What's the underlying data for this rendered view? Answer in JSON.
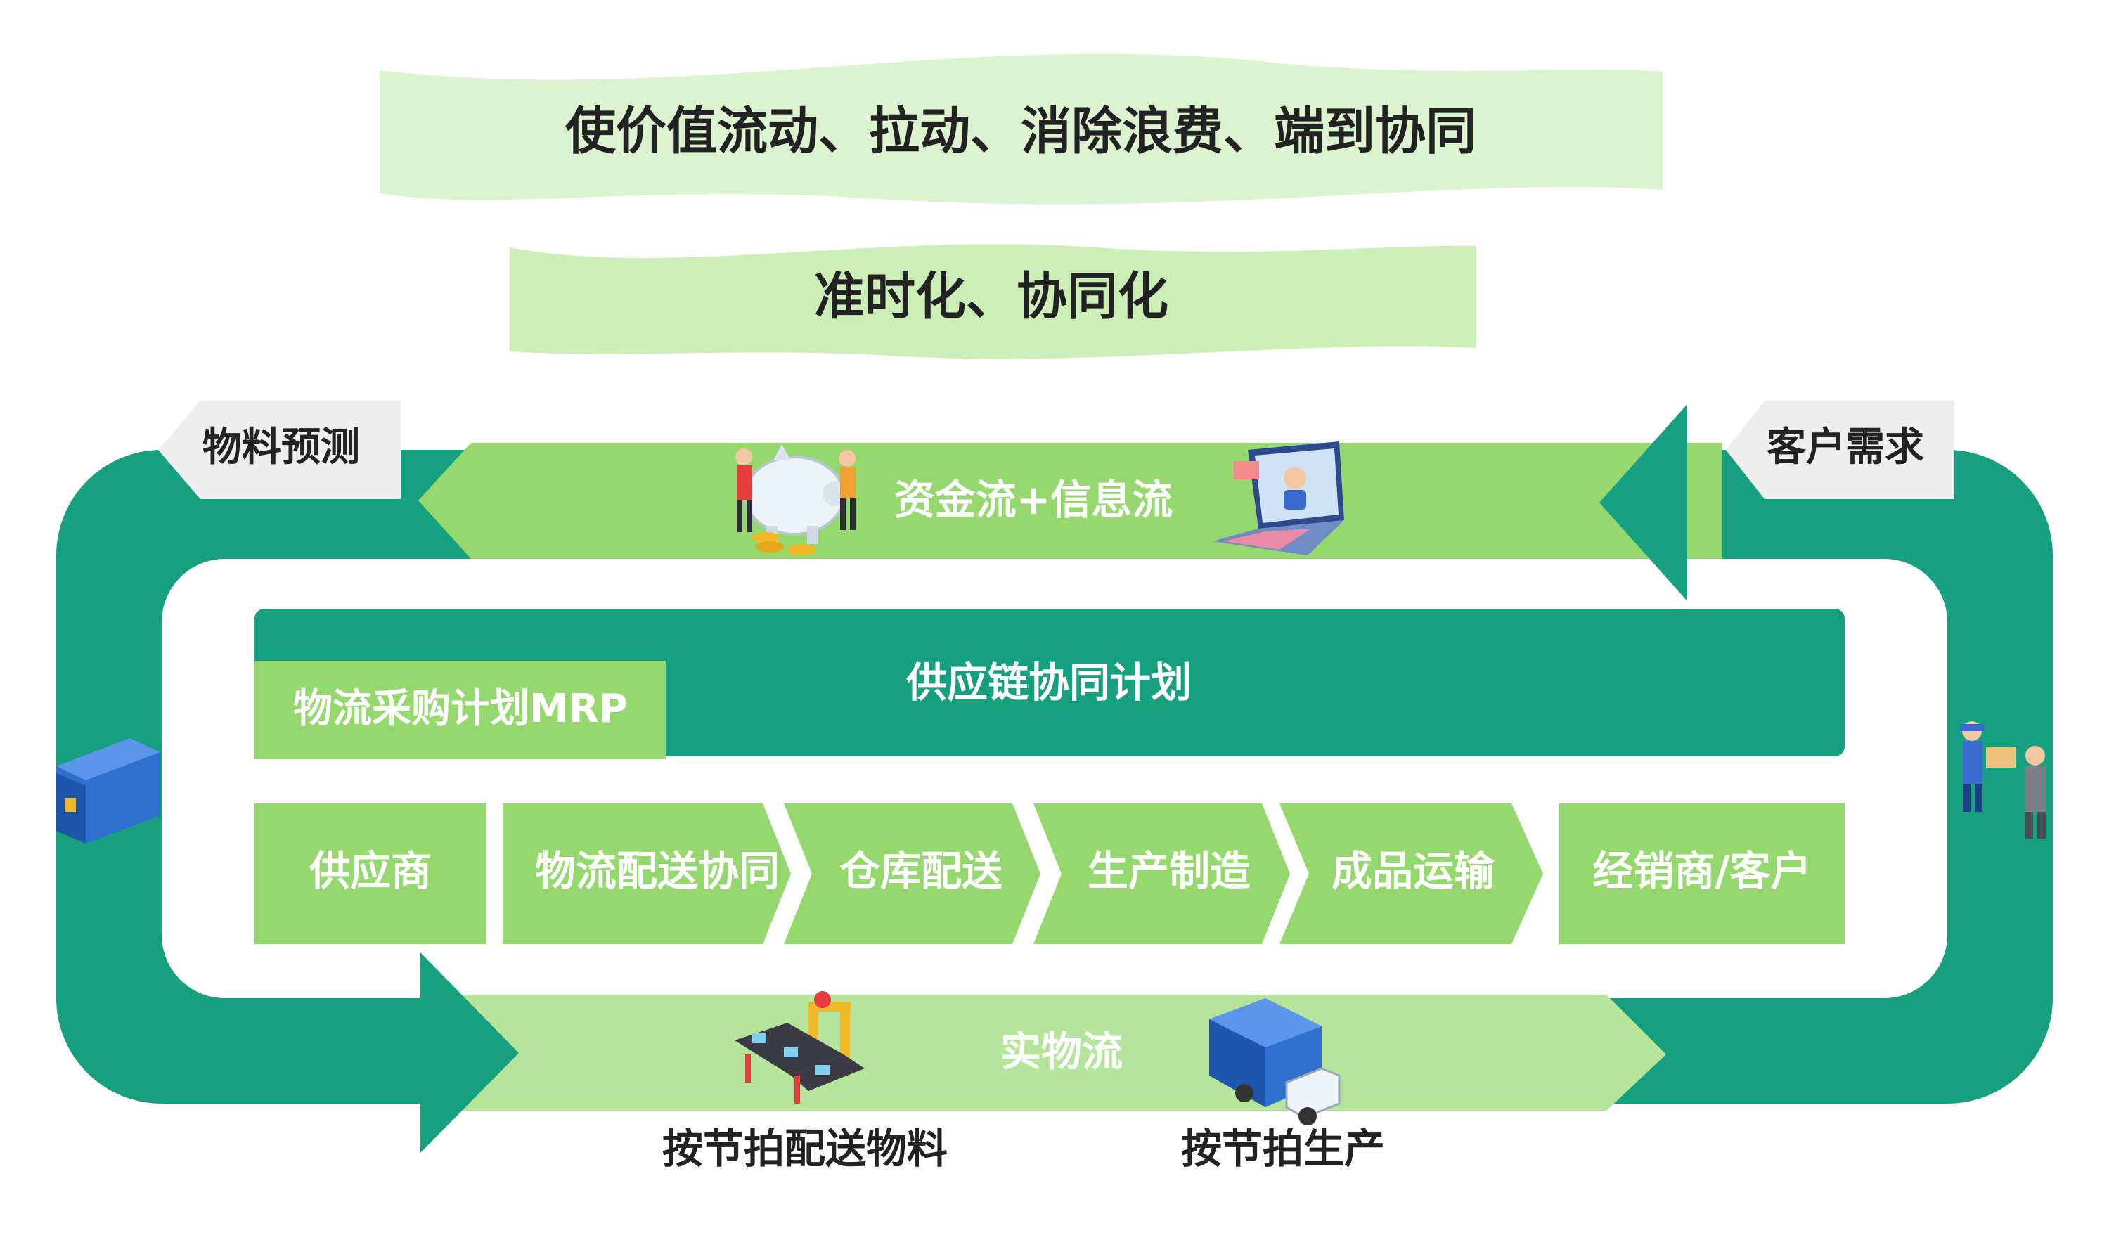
{
  "banners": {
    "top": "使价值流动、拉动、消除浪费、端到协同",
    "second": "准时化、协同化"
  },
  "side_labels": {
    "left": "物料预测",
    "right": "客户需求"
  },
  "flows": {
    "money_info": "资金流+信息流",
    "physical": "实物流"
  },
  "plan": {
    "supply_chain": "供应链协同计划",
    "mrp": "物流采购计划MRP"
  },
  "process_steps": [
    "供应商",
    "物流配送协同",
    "仓库配送",
    "生产制造",
    "成品运输",
    "经销商/客户"
  ],
  "bottom_labels": {
    "left": "按节拍配送物料",
    "right": "按节拍生产"
  },
  "colors": {
    "dark_green": "#17a07f",
    "mid_green": "#94d86e",
    "light_green": "#b6e49a",
    "pale_green": "#dcf3cf",
    "label_gray": "#eeeeee"
  },
  "icons": [
    "piggy-bank-icon",
    "laptop-icon",
    "container-icon",
    "delivery-people-icon",
    "conveyor-icon",
    "truck-icon"
  ]
}
